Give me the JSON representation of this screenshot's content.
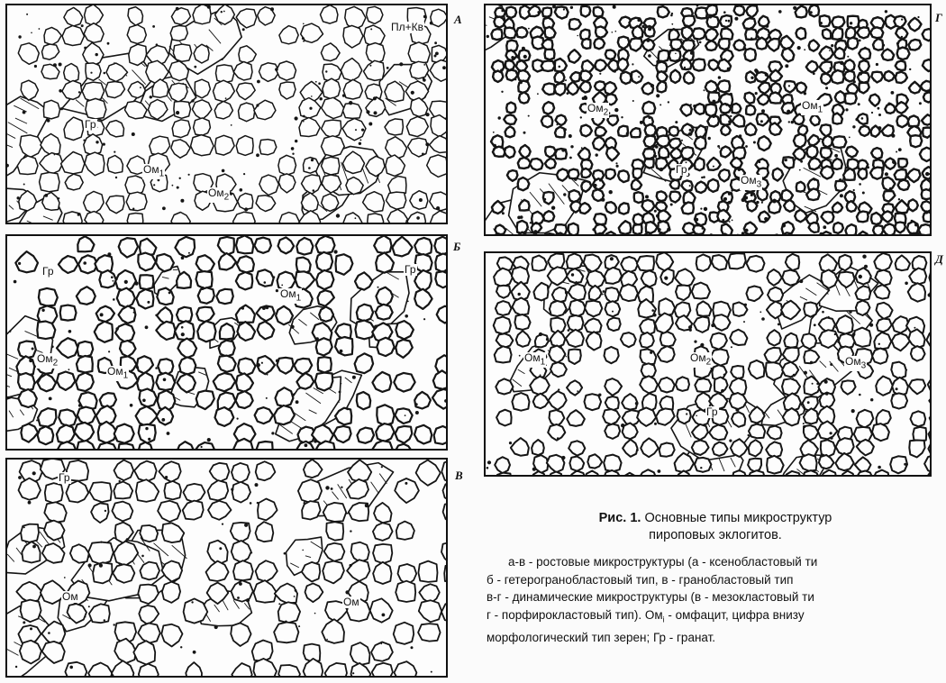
{
  "panels": [
    {
      "letter": "А",
      "labels": [
        "Пл+Кв",
        "Гр",
        "Ом",
        "Ом"
      ]
    },
    {
      "letter": "Б",
      "labels": [
        "Гр",
        "Гр",
        "Ом",
        "Ом",
        "Ом"
      ]
    },
    {
      "letter": "В",
      "labels": [
        "Гр",
        "Ом",
        "Ом"
      ]
    },
    {
      "letter": "Г",
      "labels": [
        "Ом",
        "Ом",
        "Гр",
        "Ом"
      ]
    },
    {
      "letter": "Д",
      "labels": [
        "Ом",
        "Ом",
        "Ом",
        "Гр"
      ]
    }
  ],
  "caption": {
    "title_bold": "Рис. 1.",
    "title_rest": "Основные типы микроструктур",
    "title_line2": "пироповых эклогитов.",
    "lines": [
      "а-в - ростовые микроструктуры (а - ксенобластовый ти",
      "б - гетерогранобластовый тип, в - гранобластовый тип",
      "в-г - динамические микроструктуры (в - мезокластовый ти",
      "г - порфирокластовый тип). Ом",
      "морфологический тип зерен; Гр - гранат."
    ],
    "line4_sub": "i",
    "line4_rest": " - омфацит, цифра внизу"
  }
}
